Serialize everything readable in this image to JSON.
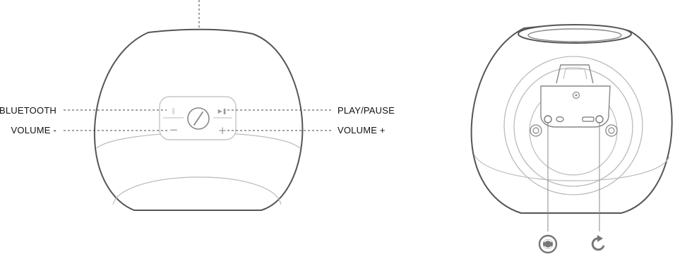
{
  "labels": {
    "bluetooth": "BLUETOOTH",
    "volume_minus": "VOLUME -",
    "play_pause": "PLAY/PAUSE",
    "volume_plus": "VOLUME +"
  },
  "control_panel": {
    "minus_glyph": "−",
    "plus_glyph": "+",
    "bluetooth_glyph": "ᛒ",
    "playpause_glyph": "▶❚"
  },
  "icons": {
    "left_bottom_icon": "sync-icon",
    "right_bottom_icon": "reset-arrow-icon"
  },
  "colors": {
    "outline": "#555555",
    "light_outline": "#bbbbbb",
    "callout": "#444444"
  }
}
